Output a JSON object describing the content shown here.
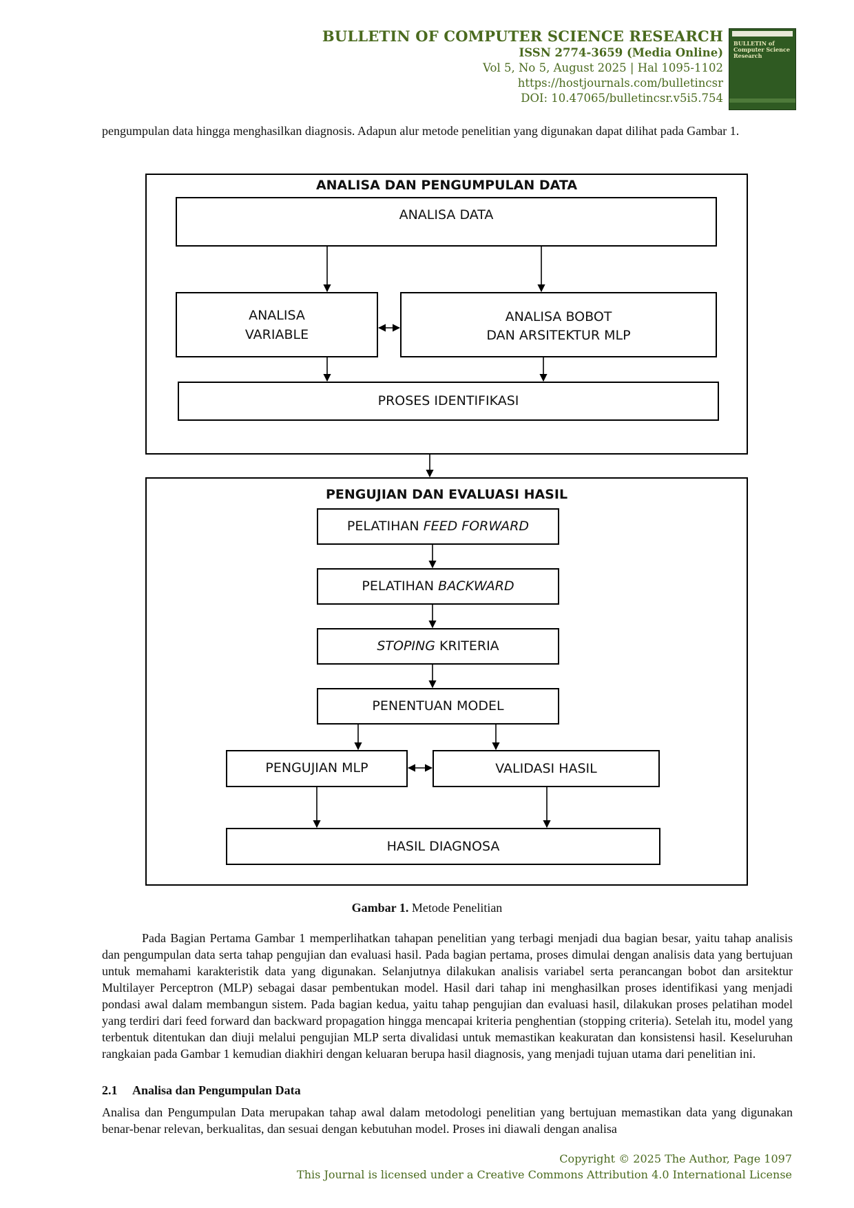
{
  "header": {
    "journal_title": "BULLETIN OF COMPUTER SCIENCE RESEARCH",
    "issn": "ISSN 2774-3659 (Media Online)",
    "volume": "Vol 5, No 5, August 2025 | Hal 1095-1102",
    "url": "https://hostjournals.com/bulletincsr",
    "doi": "DOI: 10.47065/bulletincsr.v5i5.754",
    "cover_title": "BULLETIN of Computer Science Research"
  },
  "intro_paragraph": "pengumpulan data hingga menghasilkan diagnosis. Adapun alur metode penelitian yang digunakan dapat dilihat pada Gambar 1.",
  "figure": {
    "section1": {
      "title": "ANALISA DAN PENGUMPULAN DATA",
      "analisa_data": "ANALISA DATA",
      "analisa_variable_line1": "ANALISA",
      "analisa_variable_line2": "VARIABLE",
      "analisa_bobot_line1": "ANALISA BOBOT",
      "analisa_bobot_line2": "DAN ARSITEKTUR MLP",
      "proses_identifikasi": "PROSES IDENTIFIKASI"
    },
    "section2": {
      "title": "PENGUJIAN DAN EVALUASI HASIL",
      "pelatihan_prefix": "PELATIHAN ",
      "feed_forward": "FEED FORWARD",
      "backward": "BACKWARD",
      "stoping": "STOPING",
      "kriteria": " KRITERIA",
      "penentuan_model": "PENENTUAN MODEL",
      "pengujian_mlp": "PENGUJIAN MLP",
      "validasi_hasil": "VALIDASI HASIL",
      "hasil_diagnosa": "HASIL DIAGNOSA"
    },
    "caption_bold": "Gambar 1.",
    "caption_text": " Metode Penelitian"
  },
  "body_paragraph": "Pada Bagian Pertama Gambar 1 memperlihatkan tahapan penelitian yang terbagi menjadi dua bagian besar, yaitu tahap analisis dan pengumpulan data serta tahap pengujian dan evaluasi hasil. Pada bagian pertama, proses dimulai dengan analisis data yang bertujuan untuk memahami karakteristik data yang digunakan. Selanjutnya dilakukan analisis variabel serta perancangan bobot dan arsitektur Multilayer Perceptron (MLP) sebagai dasar pembentukan model. Hasil dari tahap ini menghasilkan proses identifikasi yang menjadi pondasi awal dalam membangun sistem. Pada bagian kedua, yaitu tahap pengujian dan evaluasi hasil, dilakukan proses pelatihan model yang terdiri dari feed forward dan backward propagation hingga mencapai kriteria penghentian (stopping criteria). Setelah itu, model yang terbentuk ditentukan dan diuji melalui pengujian MLP serta divalidasi untuk memastikan keakuratan dan konsistensi hasil. Keseluruhan rangkaian pada Gambar 1 kemudian diakhiri dengan keluaran berupa hasil diagnosis, yang menjadi tujuan utama dari penelitian ini.",
  "section": {
    "number": "2.1",
    "title": "Analisa dan Pengumpulan Data",
    "body": "Analisa dan Pengumpulan Data merupakan tahap awal dalam metodologi penelitian yang bertujuan memastikan data yang digunakan benar-benar relevan, berkualitas, dan sesuai dengan kebutuhan model. Proses ini diawali dengan analisa"
  },
  "footer": {
    "copyright": "Copyright © 2025 The Author, Page 1097",
    "license": "This Journal is licensed under a Creative Commons Attribution 4.0 International License"
  },
  "colors": {
    "accent_green": "#4a6a1e",
    "cover_green": "#2f5a22"
  }
}
